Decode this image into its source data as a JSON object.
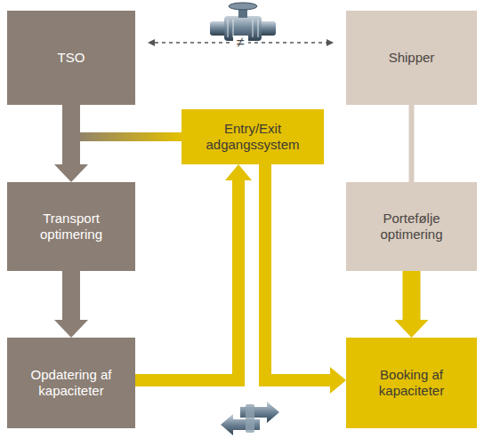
{
  "diagram": {
    "nodes": [
      {
        "text": [
          "TSO"
        ]
      },
      {
        "text": [
          "Shipper"
        ]
      },
      {
        "text": [
          "Entry/Exit adgangssystem"
        ]
      },
      {
        "text": [
          "Transport optimering"
        ]
      },
      {
        "text": [
          "Portefølje optimering"
        ]
      },
      {
        "text": [
          "Opdatering af kapaciteter"
        ]
      },
      {
        "text": [
          "Booking af kapaciteter"
        ]
      }
    ],
    "edges": [
      {
        "from": 0,
        "to": 2,
        "arrow": "none"
      },
      {
        "from": 0,
        "to": 1,
        "label": "≠",
        "arrow": "both"
      },
      {
        "from": 0,
        "to": 3,
        "arrow": "to"
      },
      {
        "from": 3,
        "to": 5,
        "arrow": "to"
      },
      {
        "from": 1,
        "to": 4,
        "arrow": "none"
      },
      {
        "from": 4,
        "to": 6,
        "arrow": "to"
      },
      {
        "from": 5,
        "to": 2,
        "arrow": "to"
      },
      {
        "from": 2,
        "to": 6,
        "arrow": "to"
      }
    ]
  }
}
